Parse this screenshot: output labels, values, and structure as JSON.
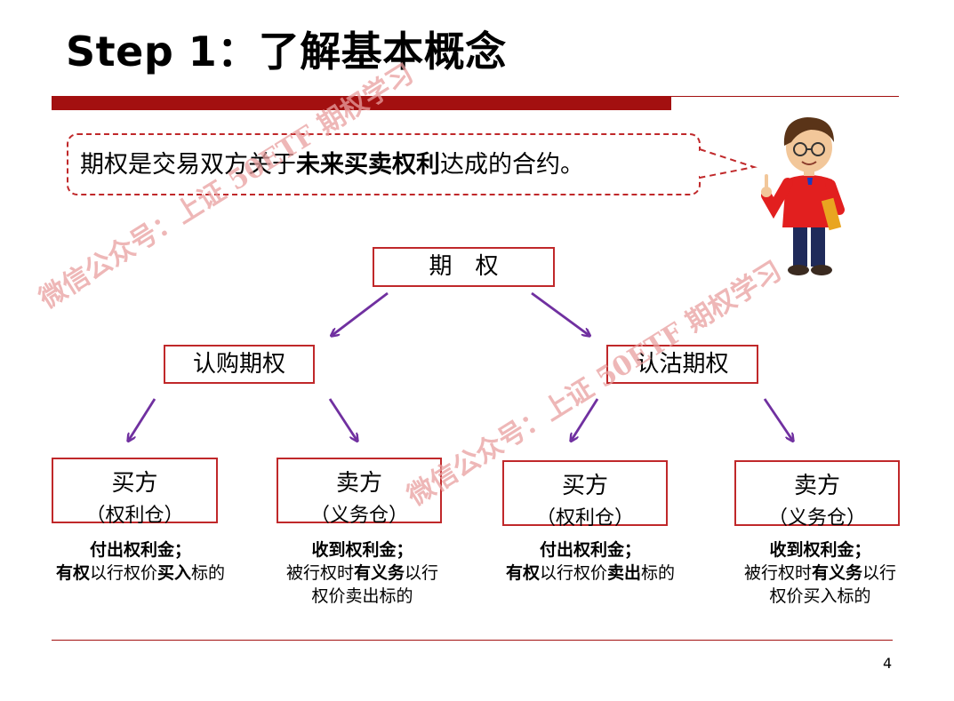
{
  "slide": {
    "title": "Step 1：了解基本概念",
    "page_number": "4"
  },
  "definition": {
    "prefix": "期权是交易双方关于",
    "bold": "未来买卖权利",
    "suffix": "达成的合约。"
  },
  "tree": {
    "root": "期　权",
    "call": "认购期权",
    "put": "认沽期权",
    "leaves": [
      {
        "role": "买方",
        "position": "（权利仓）"
      },
      {
        "role": "卖方",
        "position": "（义务仓）"
      },
      {
        "role": "买方",
        "position": "（权利仓）"
      },
      {
        "role": "卖方",
        "position": "（义务仓）"
      }
    ]
  },
  "descriptions": [
    {
      "line1": "付出权利金；",
      "l2_bold1": "有权",
      "l2_mid": "以行权价",
      "l2_bold2": "买入",
      "l2_end": "标的",
      "line3": ""
    },
    {
      "line1": "收到权利金；",
      "l2_pre": "被行权时",
      "l2_bold": "有义务",
      "l2_end": "以行",
      "line3": "权价卖出标的"
    },
    {
      "line1": "付出权利金；",
      "l2_bold1": "有权",
      "l2_mid": "以行权价",
      "l2_bold2": "卖出",
      "l2_end": "标的",
      "line3": ""
    },
    {
      "line1": "收到权利金；",
      "l2_pre": "被行权时",
      "l2_bold": "有义务",
      "l2_end": "以行",
      "line3": "权价买入标的"
    }
  ],
  "watermarks": [
    "微信公众号：上证 50ETF 期权学习",
    "微信公众号：上证 50ETF 期权学习"
  ],
  "colors": {
    "accent_red": "#c0282a",
    "bar_red": "#a31010",
    "arrow_purple": "#7030a0",
    "watermark": "#e9a0a0"
  }
}
